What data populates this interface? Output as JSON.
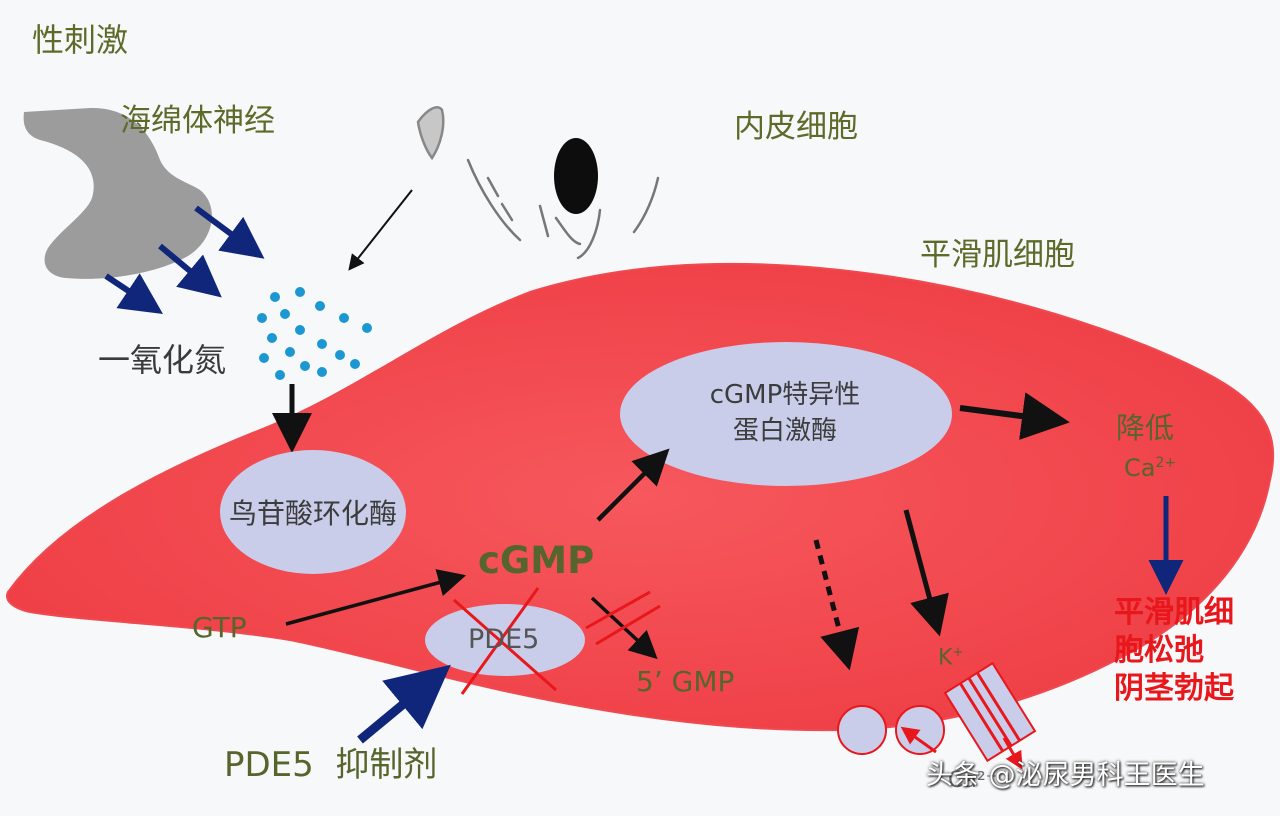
{
  "labels": {
    "sexual_stimulation": "性刺激",
    "cavernous_nerve": "海绵体神经",
    "endothelial_cell": "内皮细胞",
    "smooth_muscle_cell": "平滑肌细胞",
    "nitric_oxide": "一氧化氮",
    "guanylate_cyclase": "鸟苷酸环化酶",
    "pkg_line1": "cGMP特异性",
    "pkg_line2": "蛋白激酶",
    "gtp": "GTP",
    "cgmp": "cGMP",
    "pde5": "PDE5",
    "five_gmp": "5’ GMP",
    "pde5_inhibitor": "PDE5  抑制剂",
    "lower": "降低",
    "calcium": "Ca",
    "calcium_sup": "2+",
    "potassium": "K",
    "potassium_sup": "+",
    "result_line1": "平滑肌细",
    "result_line2": "胞松弛",
    "result_line3": "阴茎勃起",
    "ca_bottom": "Ca²⁺",
    "watermark": "头条 @泌尿男科王医生"
  },
  "colors": {
    "cell": "#f3484e",
    "ellipse": "#c9cdea",
    "label": "#5c6b2a",
    "inhibitor_arrow": "#10267a",
    "result_text": "#e8171c"
  }
}
